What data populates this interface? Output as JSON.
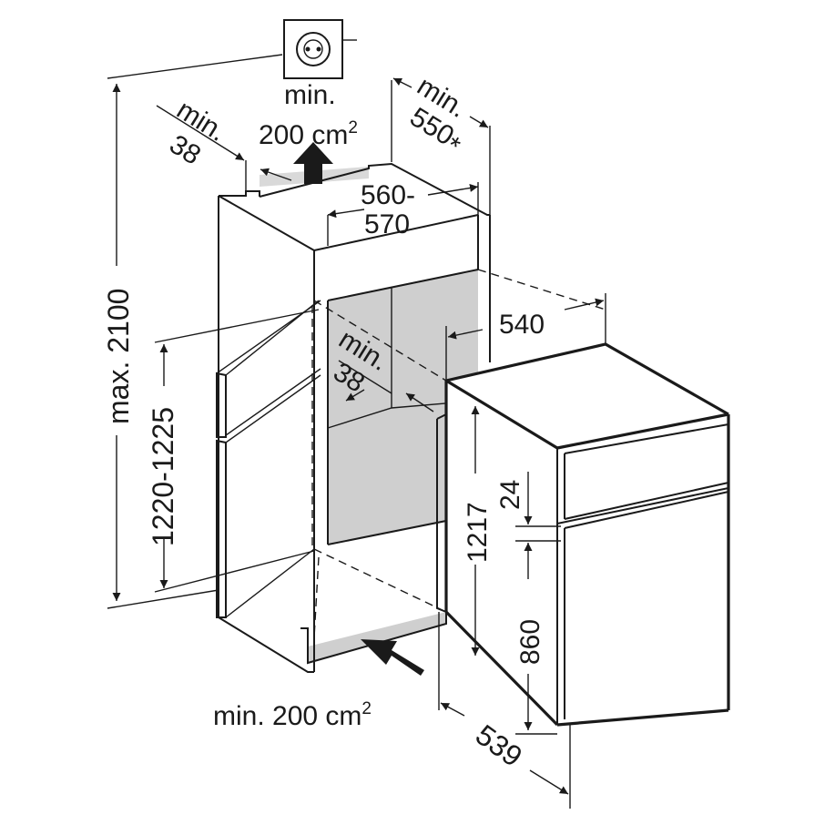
{
  "labels": {
    "vent_top": {
      "line1": "min.",
      "line2": "200 cm",
      "sup": "2"
    },
    "vent_bottom": {
      "text": "min. 200 cm",
      "sup": "2"
    },
    "gap_top": {
      "line1": "min.",
      "line2": "38"
    },
    "gap_mid": {
      "line1": "min.",
      "line2": "38"
    },
    "depth_top": {
      "line1": "min.",
      "line2": "550",
      "mark": "*"
    },
    "width_top": {
      "line1": "560-",
      "line2": "570"
    },
    "depth_540": "540",
    "height_max": "max. 2100",
    "niche_height": "1220-1225",
    "appliance_height": "1217",
    "gap_24": "24",
    "height_860": "860",
    "depth_539": "539"
  },
  "icons": {
    "wall_socket": "power-socket-icon",
    "air_in": "arrow-in-icon",
    "air_out": "arrow-up-icon"
  }
}
